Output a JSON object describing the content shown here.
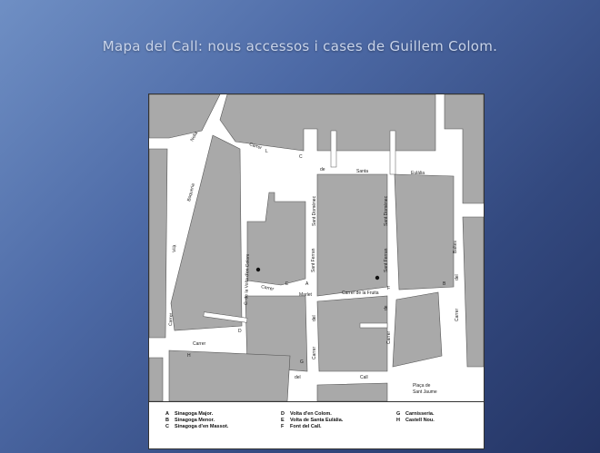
{
  "title": "Mapa del Call: nous accessos i cases de Guillem Colom.",
  "street_labels": {
    "carrer_1": "Carrer",
    "l": "L",
    "c": "C",
    "de_1": "de",
    "santa": "Santa",
    "eulalia": "Eulàlia",
    "nolla": "Nolla",
    "boqueria": "Boqueria",
    "vilà": "Vilà",
    "carrer_2": "Carrer",
    "volta_colom": "C. de la Volta d'en Colom",
    "sant_domenec": "Sant Domènec",
    "sant_ferran": "Sant Ferran",
    "carrer_marlet": "Carrer",
    "marlet": "Marlet",
    "a": "A",
    "carrer_fruita": "Carrer de la Fruita",
    "f": "F",
    "b": "B",
    "del_1": "del",
    "baltes": "Baltes",
    "carrer_baltes": "Carrer",
    "carrer_3": "Carrer",
    "del_2": "del",
    "carrer_4": "Carrer",
    "d": "D",
    "e": "E",
    "g": "G",
    "h": "H",
    "del_3": "del",
    "call": "Call",
    "placa": "Plaça de",
    "sant_jaume": "Sant Jaume",
    "carrer_5": "Carrer",
    "de_2": "de"
  },
  "legend": [
    {
      "letter": "A",
      "label": "Sinagoga Major."
    },
    {
      "letter": "B",
      "label": "Sinagoga Menor."
    },
    {
      "letter": "C",
      "label": "Sinagoga d'en Massot."
    },
    {
      "letter": "D",
      "label": "Volta d'en Colom."
    },
    {
      "letter": "E",
      "label": "Volta de Santa Eulàlia."
    },
    {
      "letter": "F",
      "label": "Font del Call."
    },
    {
      "letter": "G",
      "label": "Carnisseria."
    },
    {
      "letter": "H",
      "label": "Castell Nou."
    }
  ],
  "colors": {
    "block": "#a9a9a9",
    "street": "#ffffff"
  }
}
